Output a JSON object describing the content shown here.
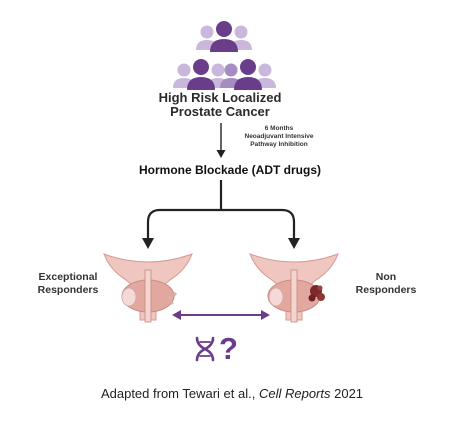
{
  "cohort": {
    "title_line1": "High Risk Localized",
    "title_line2": "Prostate Cancer"
  },
  "treatment": {
    "note_line1": "6 Months",
    "note_line2": "Neoadjuvant Intensive",
    "note_line3": "Pathway Inhibition"
  },
  "blockade_label": "Hormone Blockade (ADT drugs)",
  "responders": {
    "left_line1": "Exceptional",
    "left_line2": "Responders",
    "right_line1": "Non",
    "right_line2": "Responders"
  },
  "question_mark": "?",
  "credit": {
    "prefix": "Adapted from Tewari et al., ",
    "journal": "Cell Reports",
    "suffix": " 2021"
  },
  "colors": {
    "people_dark": "#6a3d8a",
    "people_light": "#c9b8dc",
    "people_mid": "#a58dc2",
    "arrow": "#222222",
    "double_arrow": "#6a3d8a",
    "dna": "#6a3d8a",
    "prostate": "#e2a8a0",
    "bladder": "#efc6c0",
    "tumor": "#7a2a28"
  }
}
